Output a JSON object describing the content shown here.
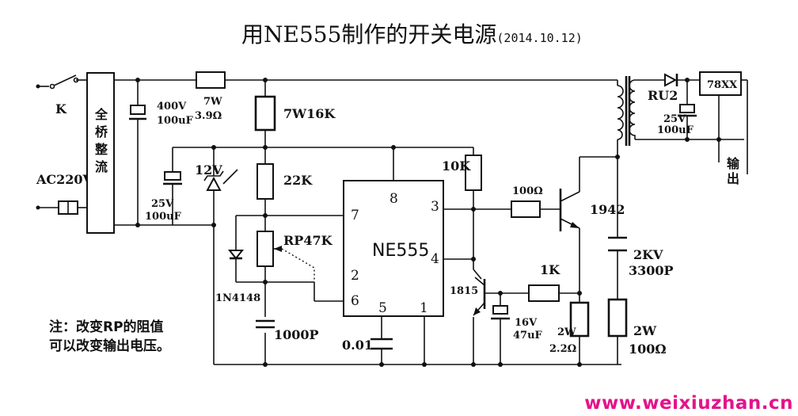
{
  "title": "用NE555制作的开关电源",
  "date": "(2014.10.12)",
  "labels": {
    "switch": "K",
    "ac": "AC220V",
    "bridge": "全桥整流",
    "c_400v": "400V",
    "c_100uf": "100uF",
    "r_7w": "7W",
    "r_39": "3.9Ω",
    "r_7w16k": "7W16K",
    "r_22k": "22K",
    "zener": "12V",
    "c_25v": "25V",
    "c_25v_100uf": "100uF",
    "rp": "RP47K",
    "diode": "1N4148",
    "c_1000p": "1000P",
    "c_001": "0.01",
    "chip": "NE555",
    "pin8": "8",
    "pin7": "7",
    "pin3": "3",
    "pin4": "4",
    "pin2": "2",
    "pin6": "6",
    "pin5": "5",
    "pin1": "1",
    "r_10k": "10K",
    "r_100": "100Ω",
    "q_1942": "1942",
    "q_1815": "1815",
    "r_1k": "1K",
    "c_16v": "16V",
    "c_47uf": "47uF",
    "r_2w_a": "2W",
    "r_22": "2.2Ω",
    "r_2w_b": "2W",
    "r_100b": "100Ω",
    "c_2kv": "2KV",
    "c_3300p": "3300P",
    "ru2": "RU2",
    "reg": "78XX",
    "c_out_25v": "25V",
    "c_out_100uf": "100uF",
    "output": "输出"
  },
  "note": [
    "注：改变RP的阻值",
    "可以改变输出电压。"
  ],
  "watermark": "www.weixiuzhan.cn"
}
